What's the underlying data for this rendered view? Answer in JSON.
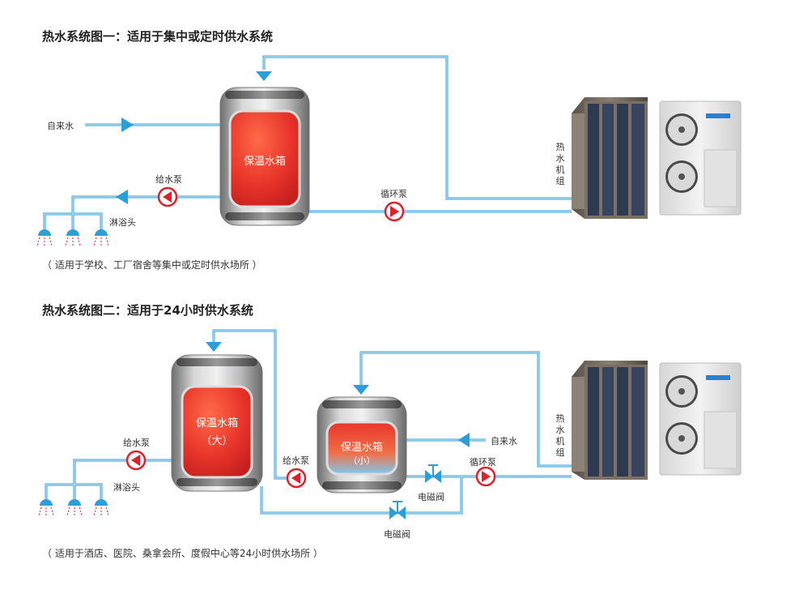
{
  "diagram1": {
    "title": "热水系统图一：适用于集中或定时供水系统",
    "tank_label": "保温水箱",
    "tap_water": "自来水",
    "supply_pump": "给水泵",
    "circulation_pump": "循环泵",
    "shower": "淋浴头",
    "heat_unit": "热水机组",
    "note": "（ 适用于学校、工厂宿舍等集中或定时供水场所 ）"
  },
  "diagram2": {
    "title": "热水系统图二：适用于24小时供水系统",
    "big_tank_label": "保温水箱",
    "big_tank_size": "（大）",
    "small_tank_label": "保温水箱",
    "small_tank_size": "（小）",
    "tap_water": "自来水",
    "supply_pump_1": "给水泵",
    "supply_pump_2": "给水泵",
    "circulation_pump": "循环泵",
    "solenoid_valve_1": "电磁阀",
    "solenoid_valve_2": "电磁阀",
    "shower": "淋浴头",
    "heat_unit": "热水机组",
    "note": "（ 适用于酒店、医院、桑拿会所、度假中心等24小时供水场所 ）"
  },
  "colors": {
    "pipe": "#2b9fd8",
    "pump_red": "#e0202a",
    "tank_red": "#e8342a",
    "tank_steel": "#8a8a8a",
    "unit_dark": "#6b6258",
    "unit_light": "#e6e6e6"
  }
}
